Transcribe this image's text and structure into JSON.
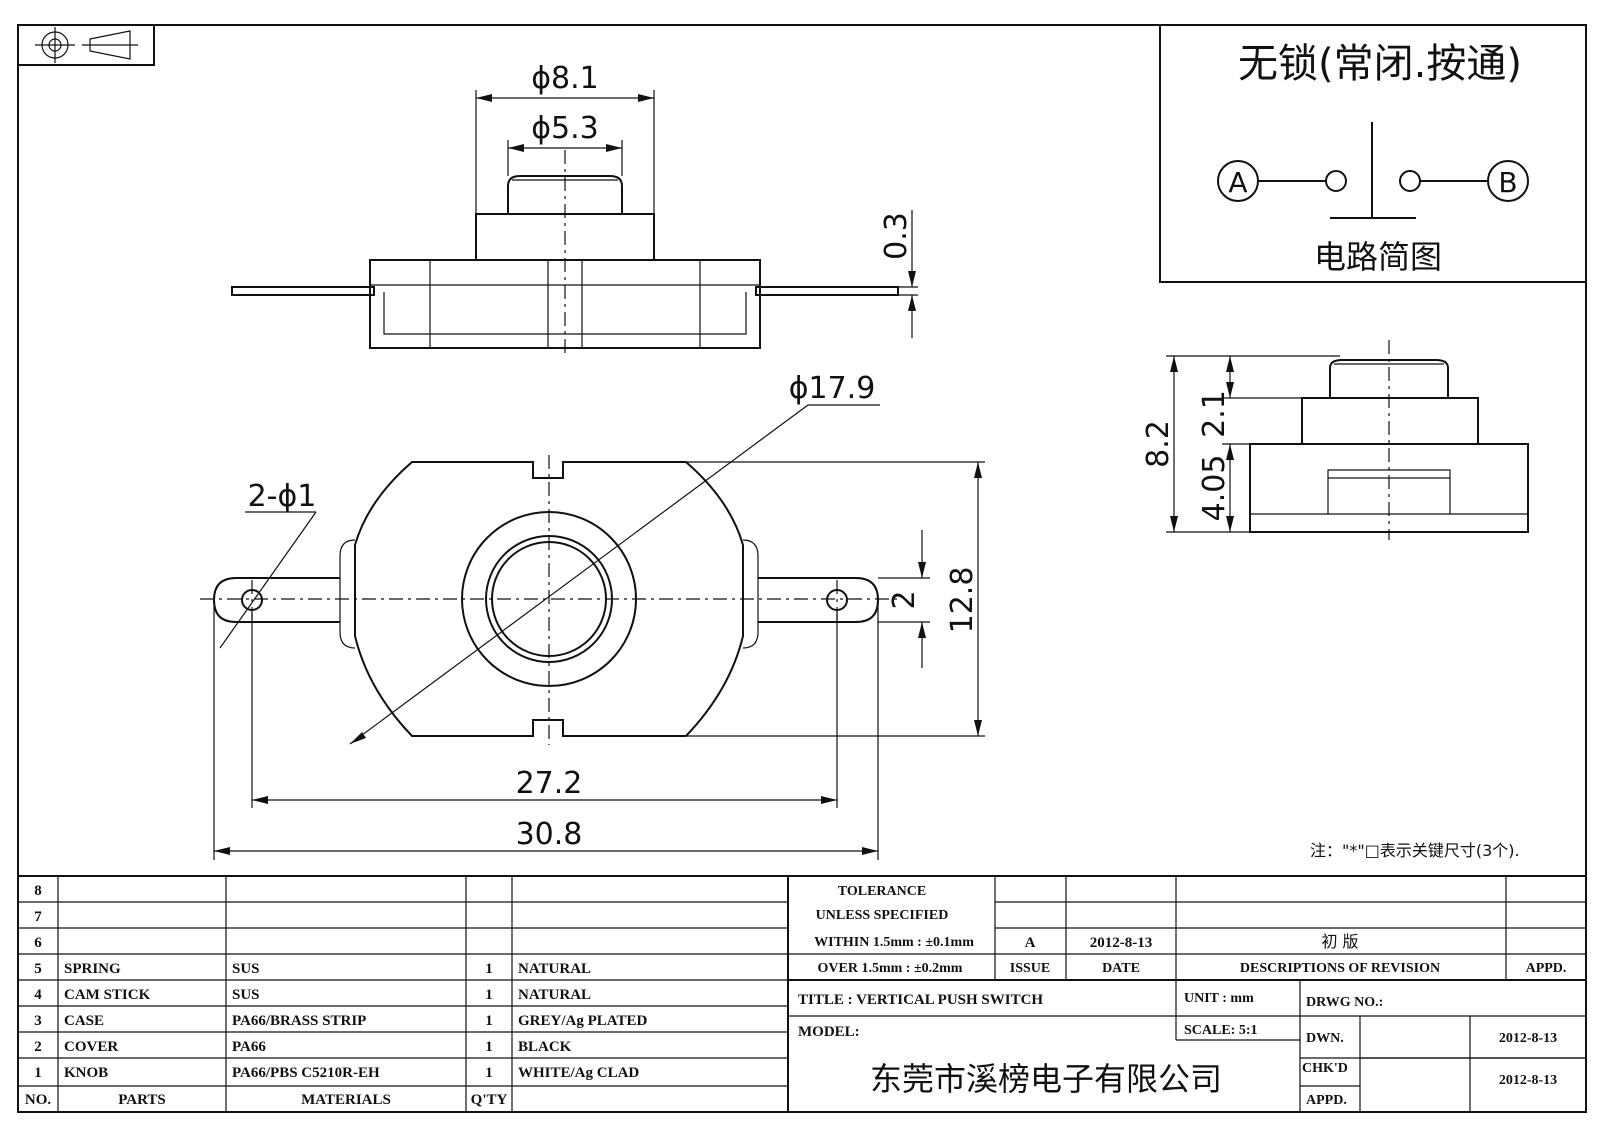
{
  "schematic": {
    "title": "无锁(常闭.按通)",
    "terminal_a": "A",
    "terminal_b": "B",
    "caption": "电路简图"
  },
  "dimensions": {
    "d_outer_knob": "ϕ8.1",
    "d_inner_knob": "ϕ5.3",
    "lead_thickness": "0.3",
    "d_body": "ϕ17.9",
    "holes": "2-ϕ1",
    "height_body": "12.8",
    "lead_width": "2",
    "hole_pitch": "27.2",
    "overall_length": "30.8",
    "total_height": "8.2",
    "knob_height": "2.1",
    "base_height": "4.05"
  },
  "note": "注：\"*\"□表示关键尺寸(3个).",
  "parts_table": {
    "rows": [
      {
        "no": "8",
        "part": "",
        "material": "",
        "qty": "",
        "finish": ""
      },
      {
        "no": "7",
        "part": "",
        "material": "",
        "qty": "",
        "finish": ""
      },
      {
        "no": "6",
        "part": "",
        "material": "",
        "qty": "",
        "finish": ""
      },
      {
        "no": "5",
        "part": "SPRING",
        "material": "SUS",
        "qty": "1",
        "finish": "NATURAL"
      },
      {
        "no": "4",
        "part": "CAM STICK",
        "material": "SUS",
        "qty": "1",
        "finish": "NATURAL"
      },
      {
        "no": "3",
        "part": "CASE",
        "material": "PA66/BRASS STRIP",
        "qty": "1",
        "finish": "GREY/Ag PLATED"
      },
      {
        "no": "2",
        "part": "COVER",
        "material": "PA66",
        "qty": "1",
        "finish": "BLACK"
      },
      {
        "no": "1",
        "part": "KNOB",
        "material": "PA66/PBS C5210R-EH",
        "qty": "1",
        "finish": "WHITE/Ag CLAD"
      }
    ],
    "header": {
      "no": "NO.",
      "part": "PARTS",
      "material": "MATERIALS",
      "qty": "Q'TY"
    }
  },
  "title_block": {
    "tolerance_1": "TOLERANCE",
    "tolerance_2": "UNLESS   SPECIFIED",
    "tolerance_3": "WITHIN 1.5mm : ±0.1mm",
    "tolerance_4": "OVER 1.5mm : ±0.2mm",
    "rev_issue": "A",
    "rev_date": "2012-8-13",
    "rev_desc": "初  版",
    "issue_label": "ISSUE",
    "date_label": "DATE",
    "desc_label": "DESCRIPTIONS  OF  REVISION",
    "appd_label": "APPD.",
    "title_label": "TITLE :   VERTICAL  PUSH  SWITCH",
    "unit_label": "UNIT :   mm",
    "drwg_label": "DRWG  NO.:",
    "model_label": "MODEL:",
    "scale_label": "SCALE:   5:1",
    "dwn_label": "DWN.",
    "dwn_date": "2012-8-13",
    "chkd_label": "CHK'D",
    "chkd_date": "2012-8-13",
    "appd2_label": "APPD.",
    "company": "东莞市溪榜电子有限公司"
  }
}
